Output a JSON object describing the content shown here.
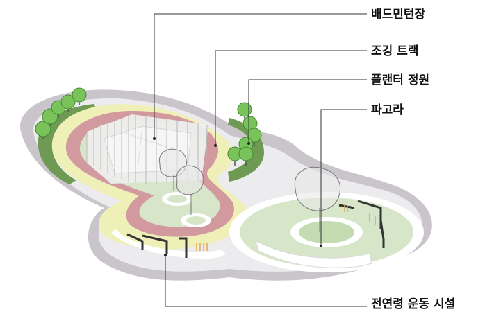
{
  "callouts": {
    "badminton_court": "배드민턴장",
    "jogging_track": "조깅 트랙",
    "planter_garden": "플랜터 정원",
    "pergola": "파고라",
    "outdoor_fitness": "전연령 운동 시설"
  },
  "colors": {
    "outer_ring": "#c9c5cb",
    "inner_ring": "#ecebee",
    "lawn": "#d7e6c9",
    "lawn_light": "#e6eedb",
    "track": "#d29a9f",
    "track_edge": "#e8d5cf",
    "yellow_band": "#eef0b8",
    "court": "#eeeeee",
    "fence": "#f2f2f2",
    "tree_green": "#7ac35b",
    "tree_dark": "#3f8a2e",
    "leader_line": "#333333"
  }
}
